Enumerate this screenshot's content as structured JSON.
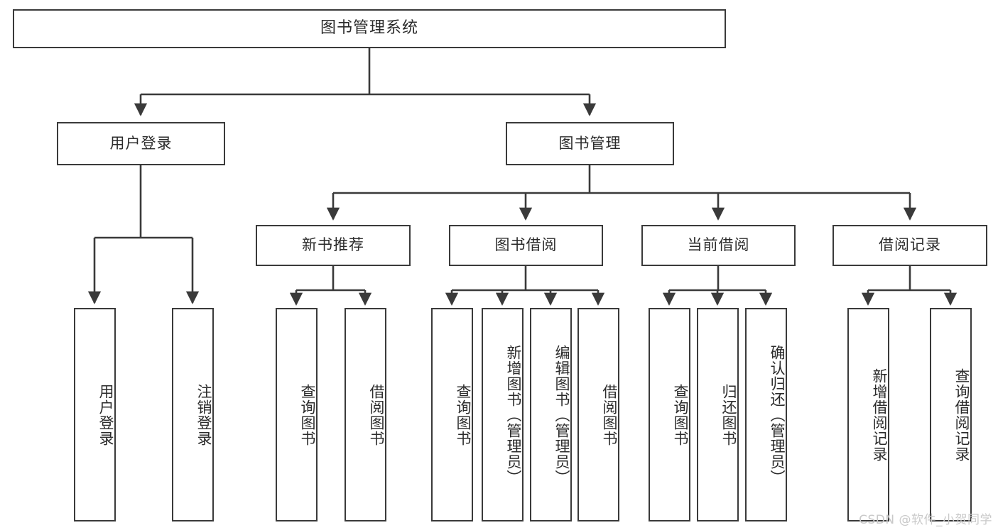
{
  "diagram": {
    "title": "图书管理系统",
    "watermark": "CSDN @软件_小贺同学",
    "colors": {
      "stroke": "#3a3a3a",
      "box_fill": "#ffffff",
      "text": "#2b2b2b",
      "watermark": "#c9c9c9",
      "background": "#ffffff"
    },
    "root": {
      "label": "图书管理系统"
    },
    "level1": [
      {
        "label": "用户登录"
      },
      {
        "label": "图书管理"
      }
    ],
    "level2": [
      {
        "label": "新书推荐"
      },
      {
        "label": "图书借阅"
      },
      {
        "label": "当前借阅"
      },
      {
        "label": "借阅记录"
      }
    ],
    "leaves": {
      "user_login": [
        {
          "label": "用户登录"
        },
        {
          "label": "注销登录"
        }
      ],
      "new_book_recommend": [
        {
          "label": "查询图书"
        },
        {
          "label": "借阅图书"
        }
      ],
      "book_borrow": [
        {
          "label": "查询图书"
        },
        {
          "label": "新增图书（管理员）"
        },
        {
          "label": "编辑图书（管理员）"
        },
        {
          "label": "借阅图书"
        }
      ],
      "current_borrow": [
        {
          "label": "查询图书"
        },
        {
          "label": "归还图书"
        },
        {
          "label": "确认归还（管理员）"
        }
      ],
      "borrow_record": [
        {
          "label": "新增借阅记录"
        },
        {
          "label": "查询借阅记录"
        }
      ]
    }
  }
}
